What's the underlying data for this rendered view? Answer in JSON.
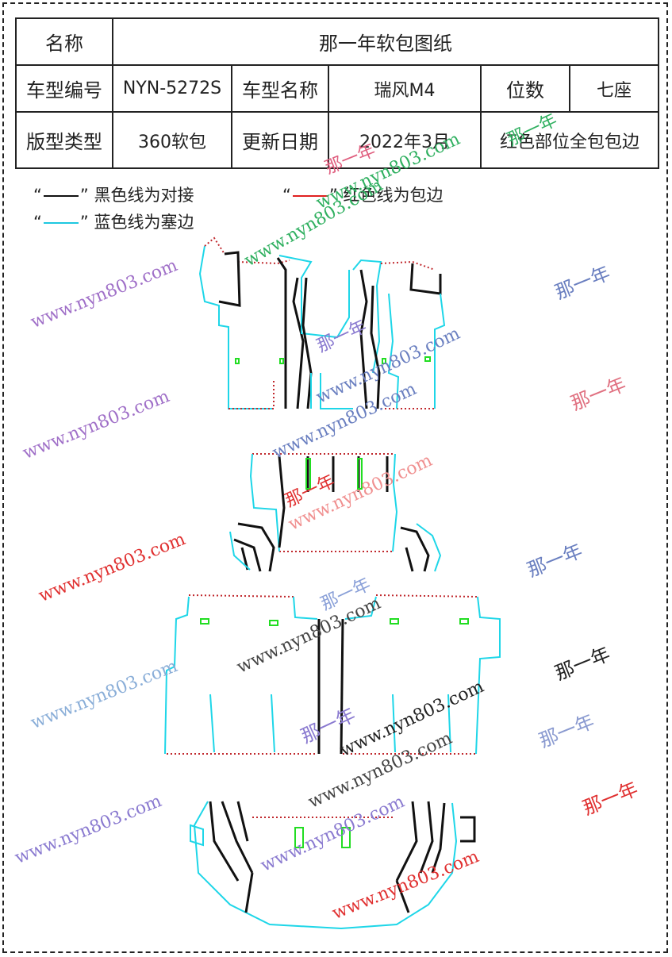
{
  "table": {
    "r1": {
      "label": "名称",
      "value": "那一年软包图纸"
    },
    "r2": {
      "model_code_label": "车型编号",
      "model_code": "NYN-5272S",
      "model_name_label": "车型名称",
      "model_name": "瑞风M4",
      "seats_label": "位数",
      "seats": "七座"
    },
    "r3": {
      "type_label": "版型类型",
      "type": "360软包",
      "date_label": "更新日期",
      "date": "2022年3月",
      "note": "红色部位全包包边"
    }
  },
  "legend": {
    "black": {
      "text": "黑色线为对接",
      "color": "#111111"
    },
    "red": {
      "text": "红色线为包边",
      "color": "#e02020"
    },
    "blue": {
      "text": "蓝色线为塞边",
      "color": "#1ec8e0"
    },
    "quote_open": "“",
    "quote_close": "”"
  },
  "watermark": {
    "brand": "那一年",
    "site": "www.nyn803.com"
  },
  "colors": {
    "cut_blue": "#1ed6e8",
    "edge_red": "#c0282d",
    "seam_black": "#111111",
    "mark_green": "#22dd22",
    "wm_purple": "#a070c8",
    "wm_red": "#e03030",
    "wm_blue": "#6a7fc0",
    "wm_green": "#30b060"
  }
}
